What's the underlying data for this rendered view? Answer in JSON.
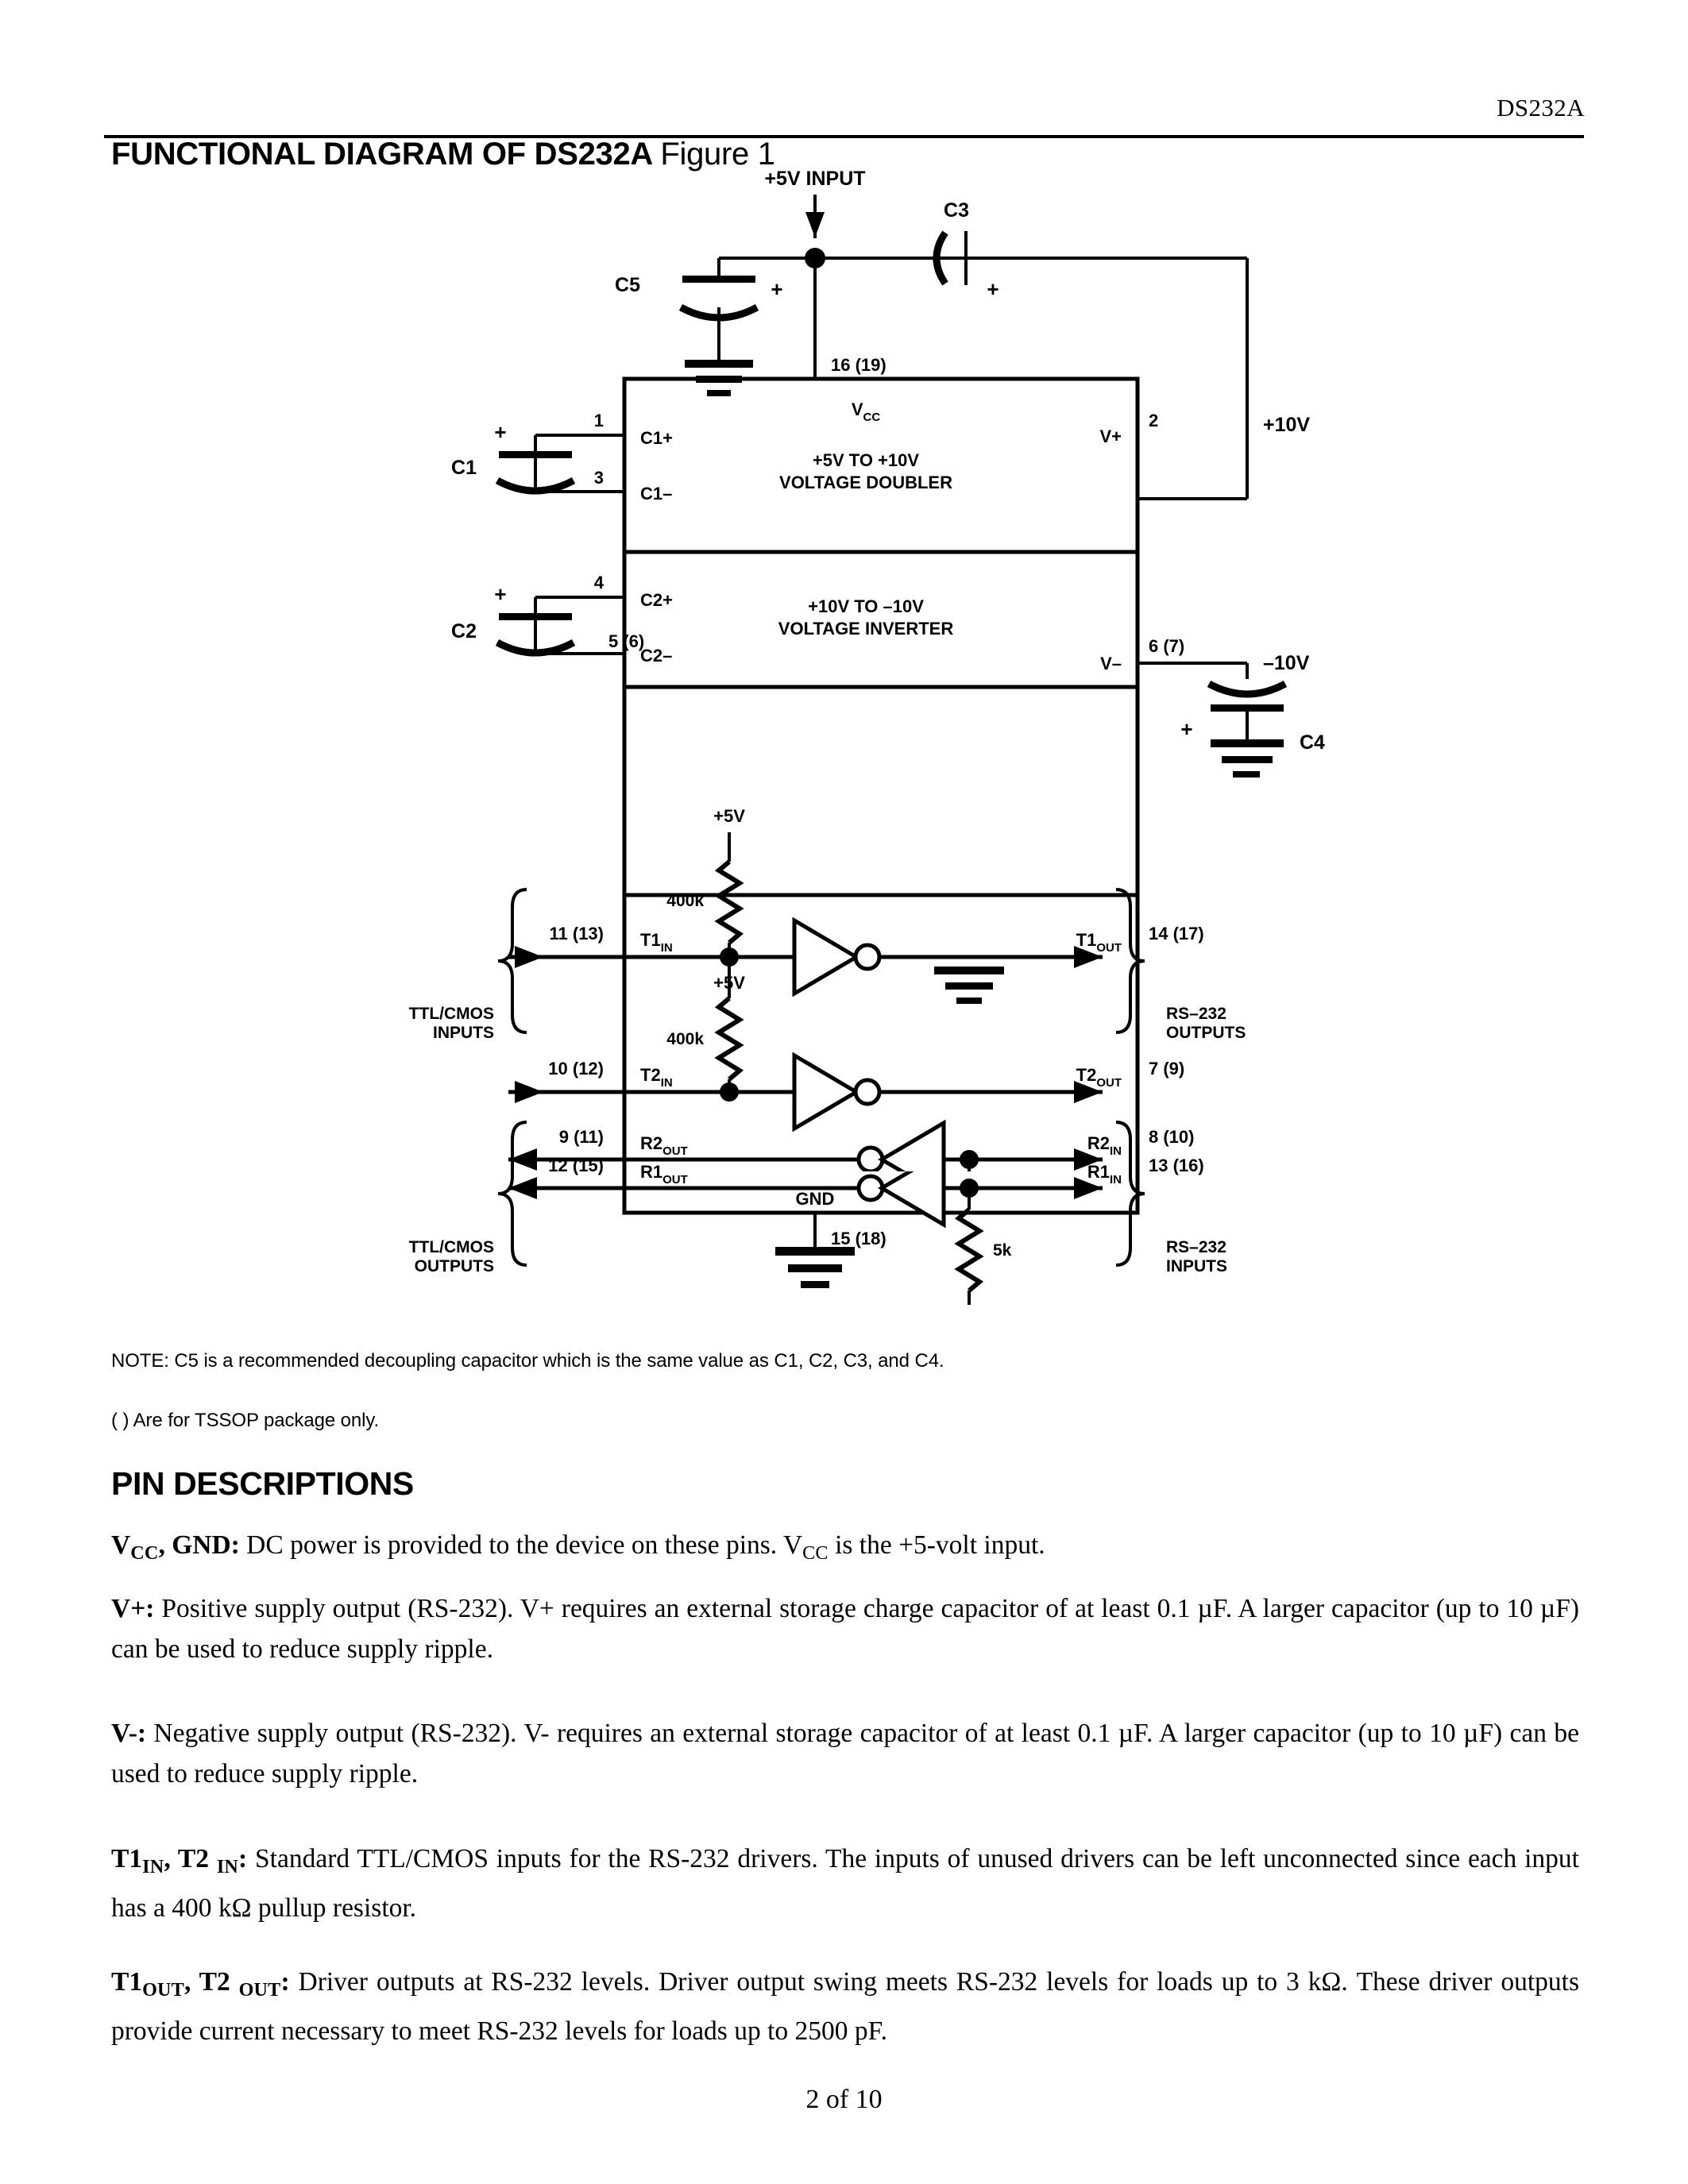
{
  "header": {
    "part_number": "DS232A"
  },
  "section": {
    "title": "FUNCTIONAL DIAGRAM OF DS232A",
    "figure_label": "Figure 1"
  },
  "diagram": {
    "supply_input_label": "+5V INPUT",
    "caps": {
      "c5": "C5",
      "c3": "C3",
      "c1": "C1",
      "c2": "C2",
      "c4": "C4",
      "plus": "+"
    },
    "blocks": {
      "vcc": "V",
      "vcc_sub": "CC",
      "gnd": "GND",
      "doubler_line1": "+5V TO +10V",
      "doubler_line2": "VOLTAGE DOUBLER",
      "inverter_line1": "+10V TO –10V",
      "inverter_line2": "VOLTAGE INVERTER"
    },
    "pins": {
      "vcc_pin": "16 (19)",
      "gnd_pin": "15 (18)",
      "c1p_pin": "1",
      "c1n_pin": "3",
      "c2p_pin": "4",
      "c2n_pin": "5 (6)",
      "vplus_pin": "2",
      "vminus_pin": "6 (7)",
      "t1in_pin": "11 (13)",
      "t2in_pin": "10 (12)",
      "t1out_pin": "14 (17)",
      "t2out_pin": "7 (9)",
      "r1out_pin": "12 (15)",
      "r2out_pin": "9 (11)",
      "r1in_pin": "13 (16)",
      "r2in_pin": "8 (10)"
    },
    "pin_names": {
      "c1p": "C1+",
      "c1n": "C1–",
      "c2p": "C2+",
      "c2n": "C2–",
      "vplus": "V+",
      "vminus": "V–",
      "t1in_base": "T1",
      "t1in_sub": "IN",
      "t2in_base": "T2",
      "t2in_sub": "IN",
      "t1out_base": "T1",
      "t1out_sub": "OUT",
      "t2out_base": "T2",
      "t2out_sub": "OUT",
      "r1out_base": "R1",
      "r1out_sub": "OUT",
      "r2out_base": "R2",
      "r2out_sub": "OUT",
      "r1in_base": "R1",
      "r1in_sub": "IN",
      "r2in_base": "R2",
      "r2in_sub": "IN"
    },
    "rails": {
      "plus10v": "+10V",
      "minus10v": "–10V",
      "plus5v_a": "+5V",
      "plus5v_b": "+5V"
    },
    "resistors": {
      "r400k_a": "400k",
      "r400k_b": "400k",
      "r5k_a": "5k",
      "r5k_b": "5k"
    },
    "groups": {
      "ttl_inputs_1": "TTL/CMOS",
      "ttl_inputs_2": "INPUTS",
      "ttl_outputs_1": "TTL/CMOS",
      "ttl_outputs_2": "OUTPUTS",
      "rs232_outputs_1": "RS–232",
      "rs232_outputs_2": "OUTPUTS",
      "rs232_inputs_1": "RS–232",
      "rs232_inputs_2": "INPUTS"
    }
  },
  "notes": {
    "note1": "NOTE:  C5 is a recommended decoupling capacitor which is the same value as C1, C2, C3, and C4.",
    "note2": "( ) Are for TSSOP package only."
  },
  "pin_descriptions": {
    "heading": "PIN DESCRIPTIONS",
    "vcc_gnd": {
      "term_v": "V",
      "term_sub": "CC",
      "term_rest": ", GND:",
      "body_a": " DC power is provided to the device on these pins. V",
      "body_sub": "CC",
      "body_b": " is the +5-volt input."
    },
    "vplus": {
      "term": "V+:",
      "body": " Positive supply output (RS-232). V+ requires an external storage charge capacitor of at least 0.1 µF. A larger capacitor (up to 10 µF) can be used to reduce supply ripple."
    },
    "vminus": {
      "term": "V-:",
      "body": " Negative supply output (RS-232). V- requires an external storage capacitor of at least 0.1 µF. A larger capacitor (up to 10 µF) can be used to reduce supply ripple."
    },
    "tin": {
      "term_a": "T1",
      "term_a_sub": "IN",
      "term_b": ", T2 ",
      "term_b_sub": "IN",
      "term_c": ":",
      "body": " Standard TTL/CMOS inputs for the RS-232 drivers. The inputs of unused drivers can be left unconnected since each input has a 400 kΩ pullup resistor."
    },
    "tout": {
      "term_a": "T1",
      "term_a_sub": "OUT",
      "term_b": ", T2 ",
      "term_b_sub": "OUT",
      "term_c": ":",
      "body": " Driver outputs at RS-232 levels. Driver output swing meets RS-232 levels for loads up to 3 kΩ. These driver outputs provide current necessary to meet RS-232 levels for loads up to 2500 pF."
    }
  },
  "footer": {
    "page": "2 of 10"
  }
}
